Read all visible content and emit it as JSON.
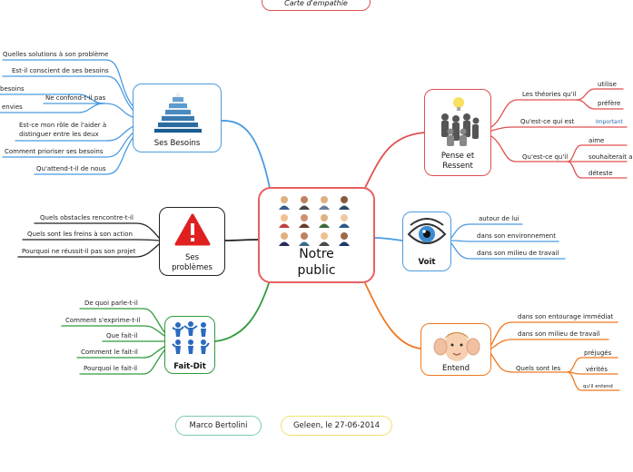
{
  "title": "Carte d'empathie",
  "center": {
    "label_1": "Notre",
    "label_2": "public"
  },
  "colors": {
    "red": "#e05050",
    "blue": "#4a9be0",
    "green": "#2e9a3a",
    "black": "#222222",
    "orange": "#f07820",
    "center": "#e86060"
  },
  "branches": {
    "besoins": {
      "label": "Ses Besoins",
      "items": [
        "Quelles solutions à son problème",
        "Est-il conscient de ses besoins",
        "besoins",
        "Ne confond-t-il pas",
        "envies",
        "Est-ce mon rôle de l'aider à",
        "distinguer entre les deux",
        "Comment prioriser ses besoins",
        "Qu'attend-t-il de nous"
      ]
    },
    "pense": {
      "label_1": "Pense et",
      "label_2": "Ressent",
      "items": [
        "Les théories qu'il",
        "utilise",
        "préfère",
        "Qu'est-ce qui est",
        "Important",
        "Qu'est-ce qu'il",
        "aime",
        "souhaiterait a",
        "déteste"
      ]
    },
    "problemes": {
      "label_1": "Ses",
      "label_2": "problèmes",
      "items": [
        "Quels obstacles rencontre-t-il",
        "Quels sont les freins à son action",
        "Pourquoi ne réussit-il pas son projet"
      ]
    },
    "voit": {
      "label": "Voit",
      "items": [
        "autour de lui",
        "dans son environnement",
        "dans son milieu de travail"
      ]
    },
    "faitdit": {
      "label": "Fait-Dit",
      "items": [
        "De quoi parle-t-il",
        "Comment s'exprime-t-il",
        "Que fait-il",
        "Comment le fait-il",
        "Pourquoi le fait-il"
      ]
    },
    "entend": {
      "label": "Entend",
      "items": [
        "dans son entourage immédiat",
        "dans son milieu de travail",
        "Quels sont les",
        "préjugés",
        "vérités",
        "qu'il entend"
      ]
    }
  },
  "footer": {
    "author": "Marco Bertolini",
    "place_date": "Geleen, le 27-06-2014"
  }
}
